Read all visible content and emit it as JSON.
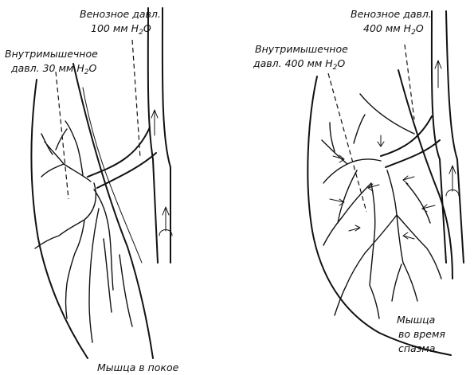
{
  "left_panel": {
    "venous_pressure": {
      "line1": "Венозное давл.",
      "line2_value": "100 мм H",
      "line2_sub": "2",
      "line2_tail": "O"
    },
    "intramuscular_pressure": {
      "line1": "Внутримышечное",
      "line2_value": "давл. 30 мм H",
      "line2_sub": "2",
      "line2_tail": "O"
    },
    "caption": "Мышца в покое"
  },
  "right_panel": {
    "venous_pressure": {
      "line1": "Венозное давл.",
      "line2_value": "400 мм H",
      "line2_sub": "2",
      "line2_tail": "O"
    },
    "intramuscular_pressure": {
      "line1": "Внутримышечное",
      "line2_value": "давл. 400 мм H",
      "line2_sub": "2",
      "line2_tail": "O"
    },
    "caption": {
      "line1": "Мышца",
      "line2": "во время",
      "line3": "спазма"
    }
  }
}
